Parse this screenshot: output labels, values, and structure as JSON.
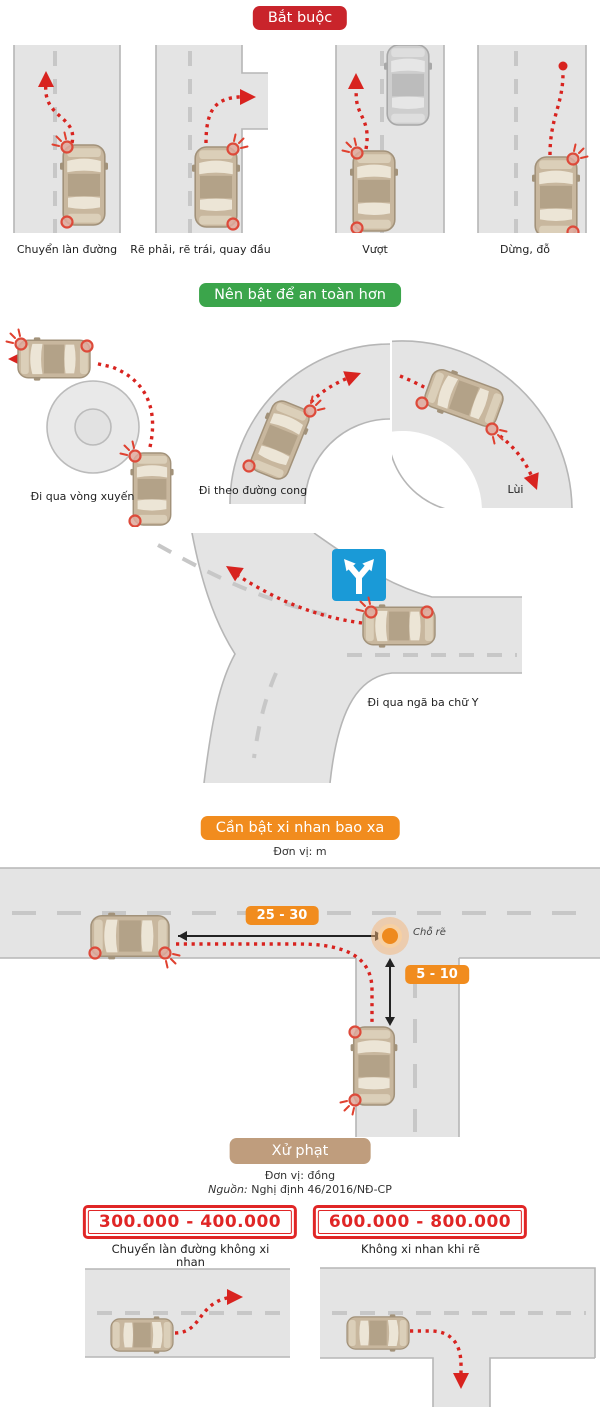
{
  "colors": {
    "mandatory_red": "#c9242b",
    "recommended_green": "#3ba54b",
    "distance_orange": "#f18c1e",
    "penalty_tan": "#bf9d7d",
    "stamp_red": "#e02626",
    "path_red": "#d8231f",
    "road_gray": "#e4e4e4",
    "car_tan": "#c8b79e",
    "sign_blue": "#1a9ad7"
  },
  "sections": {
    "mandatory": {
      "badge": "Bắt buộc",
      "items": [
        {
          "label": "Chuyển làn đường"
        },
        {
          "label": "Rẽ phải, rẽ trái, quay đầu"
        },
        {
          "label": "Vượt"
        },
        {
          "label": "Dừng, đỗ"
        }
      ]
    },
    "recommended": {
      "badge": "Nên bật để an toàn hơn",
      "items": [
        {
          "label": "Đi qua vòng xuyến"
        },
        {
          "label": "Đi theo đường cong"
        },
        {
          "label": "Lùi"
        },
        {
          "label": "Đi qua ngã ba chữ Y"
        }
      ]
    },
    "distance": {
      "badge": "Cần bật xi nhan bao xa",
      "unit": "Đơn vị: m",
      "before_turn": "25 - 30",
      "turn_point": "Chỗ rẽ",
      "after_turn": "5 - 10"
    },
    "penalty": {
      "badge": "Xử phạt",
      "unit": "Đơn vị: đồng",
      "source_label": "Nguồn:",
      "source_text": " Nghị định 46/2016/NĐ-CP",
      "fines": [
        {
          "amount": "300.000 - 400.000",
          "label": "Chuyển làn đường không xi nhan"
        },
        {
          "amount": "600.000 - 800.000",
          "label": "Không xi nhan khi rẽ"
        }
      ]
    }
  }
}
